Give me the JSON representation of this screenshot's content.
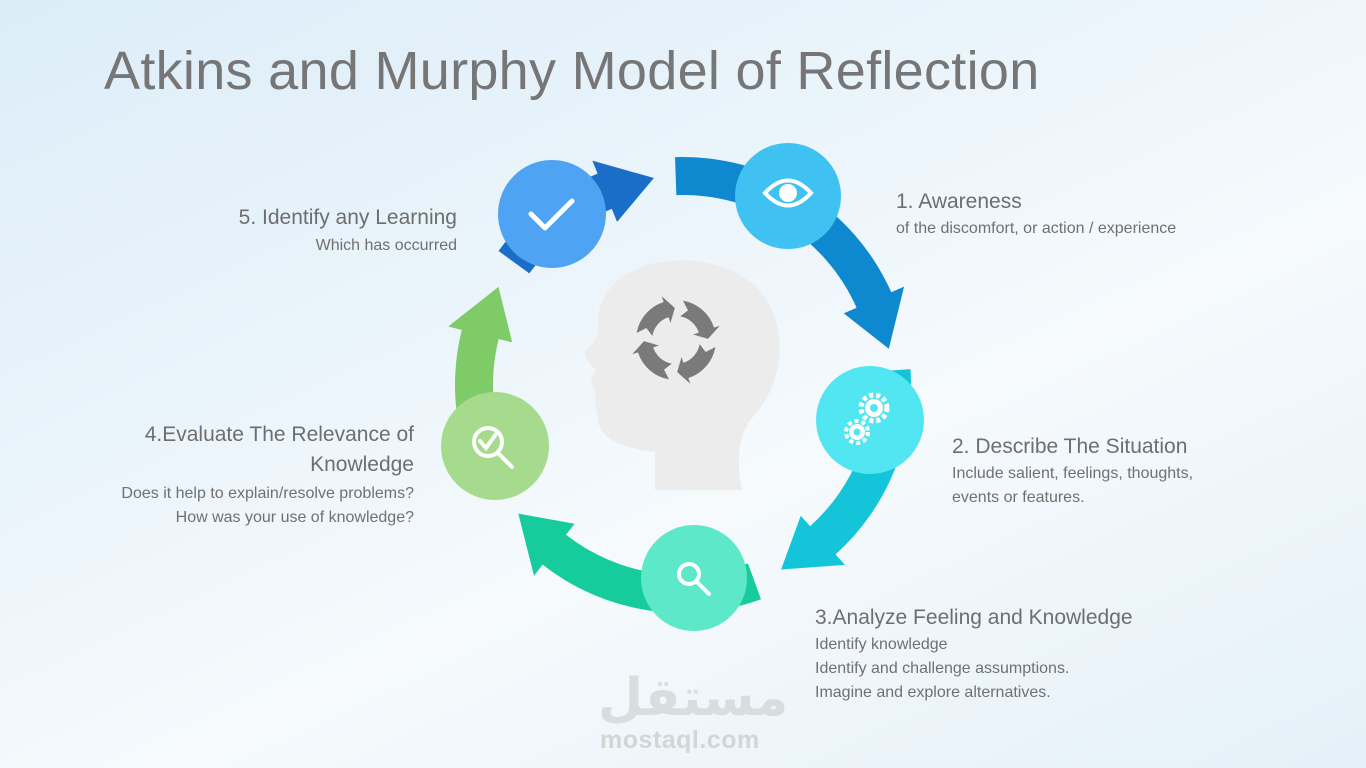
{
  "title": "Atkins and Murphy Model of Reflection",
  "colors": {
    "step1": "#3fc2f2",
    "step2": "#52e5f2",
    "step3": "#5ce8c9",
    "step4": "#a6da8c",
    "step5": "#4ea3f2",
    "arrow1": "#0e88cf",
    "arrow2": "#14c4d9",
    "arrow3": "#16cc9c",
    "arrow4": "#7ecb68",
    "arrow5": "#1a6ec8",
    "head": "#ececec",
    "gearCycle": "#7a7a7a"
  },
  "steps": [
    {
      "number": 1,
      "title": "1. Awareness",
      "description": [
        "of the discomfort, or action / experience"
      ],
      "icon": "eye-icon"
    },
    {
      "number": 2,
      "title": "2. Describe The Situation",
      "description": [
        "Include salient, feelings, thoughts,",
        "events or features."
      ],
      "icon": "gears-icon"
    },
    {
      "number": 3,
      "title": "3.Analyze Feeling and Knowledge",
      "description": [
        "Identify knowledge",
        "Identify and challenge assumptions.",
        "Imagine and explore alternatives."
      ],
      "icon": "magnifier-icon"
    },
    {
      "number": 4,
      "title": [
        "4.Evaluate The Relevance of",
        "Knowledge"
      ],
      "description": [
        "Does it help to explain/resolve problems?",
        "How was your use of knowledge?"
      ],
      "icon": "magnifier-check-icon"
    },
    {
      "number": 5,
      "title": "5. Identify any Learning",
      "description": [
        "Which has occurred"
      ],
      "icon": "checkmark-icon"
    }
  ],
  "center_icon": "head-with-cycle-icon",
  "watermark": {
    "arabic": "مستقل",
    "latin": "mostaql.com"
  }
}
